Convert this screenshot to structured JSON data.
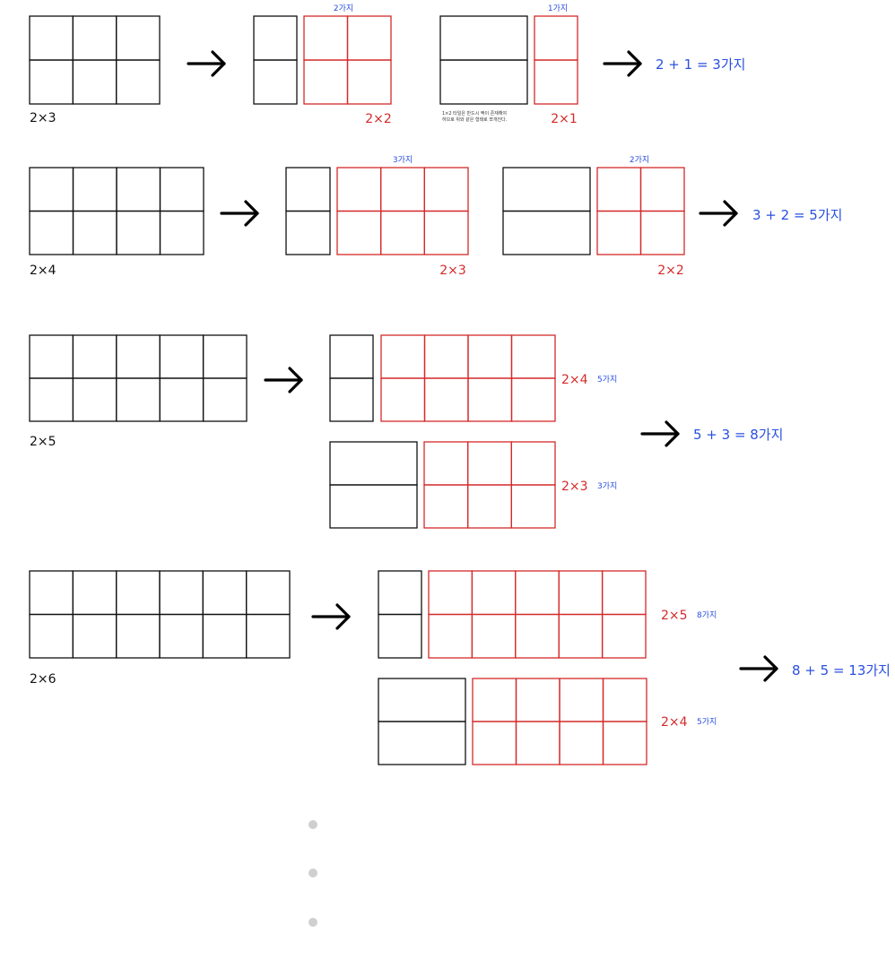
{
  "colors": {
    "black": "#111111",
    "red": "#d42a2a",
    "blue": "#2a4fe0",
    "dot": "#cfcfcf"
  },
  "sections": [
    {
      "size_label": "2×3",
      "result_label": "2 + 1 = 3가지",
      "case_a": {
        "dims_label": "2×2",
        "count_label": "2가지"
      },
      "case_b": {
        "dims_label": "2×1",
        "count_label": "1가지",
        "note_line1": "1×2 타일은 반드시 짝이 존재해야",
        "note_line2": "하므로 위와 같은 형태로 쪼개진다."
      }
    },
    {
      "size_label": "2×4",
      "result_label": "3 + 2 = 5가지",
      "case_a": {
        "dims_label": "2×3",
        "count_label": "3가지"
      },
      "case_b": {
        "dims_label": "2×2",
        "count_label": "2가지"
      }
    },
    {
      "size_label": "2×5",
      "result_label": "5 + 3 = 8가지",
      "case_a": {
        "dims_label": "2×4",
        "count_label": "5가지"
      },
      "case_b": {
        "dims_label": "2×3",
        "count_label": "3가지"
      }
    },
    {
      "size_label": "2×6",
      "result_label": "8 + 5 = 13가지",
      "case_a": {
        "dims_label": "2×5",
        "count_label": "8가지"
      },
      "case_b": {
        "dims_label": "2×4",
        "count_label": "5가지"
      }
    }
  ],
  "ellipsis_dots": 3
}
